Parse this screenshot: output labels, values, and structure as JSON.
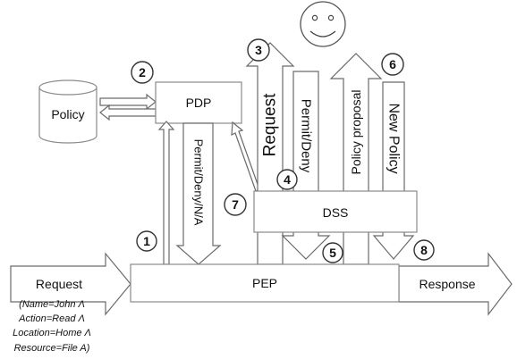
{
  "nodes": {
    "policy": "Policy",
    "pdp": "PDP",
    "dss": "DSS",
    "pep": "PEP"
  },
  "arrows": {
    "request_in": "Request",
    "response_out": "Response",
    "pdp_decision": "Permit/Deny/N/A",
    "dss_request": "Request",
    "dss_permit_deny": "Permit/Deny",
    "policy_proposal": "Policy proposal",
    "new_policy": "New Policy"
  },
  "request_conditions": [
    "(Name=John Λ",
    "Action=Read Λ",
    "Location=Home Λ",
    "Resource=File A)"
  ],
  "step_numbers": [
    "1",
    "2",
    "3",
    "4",
    "5",
    "6",
    "7",
    "8"
  ]
}
